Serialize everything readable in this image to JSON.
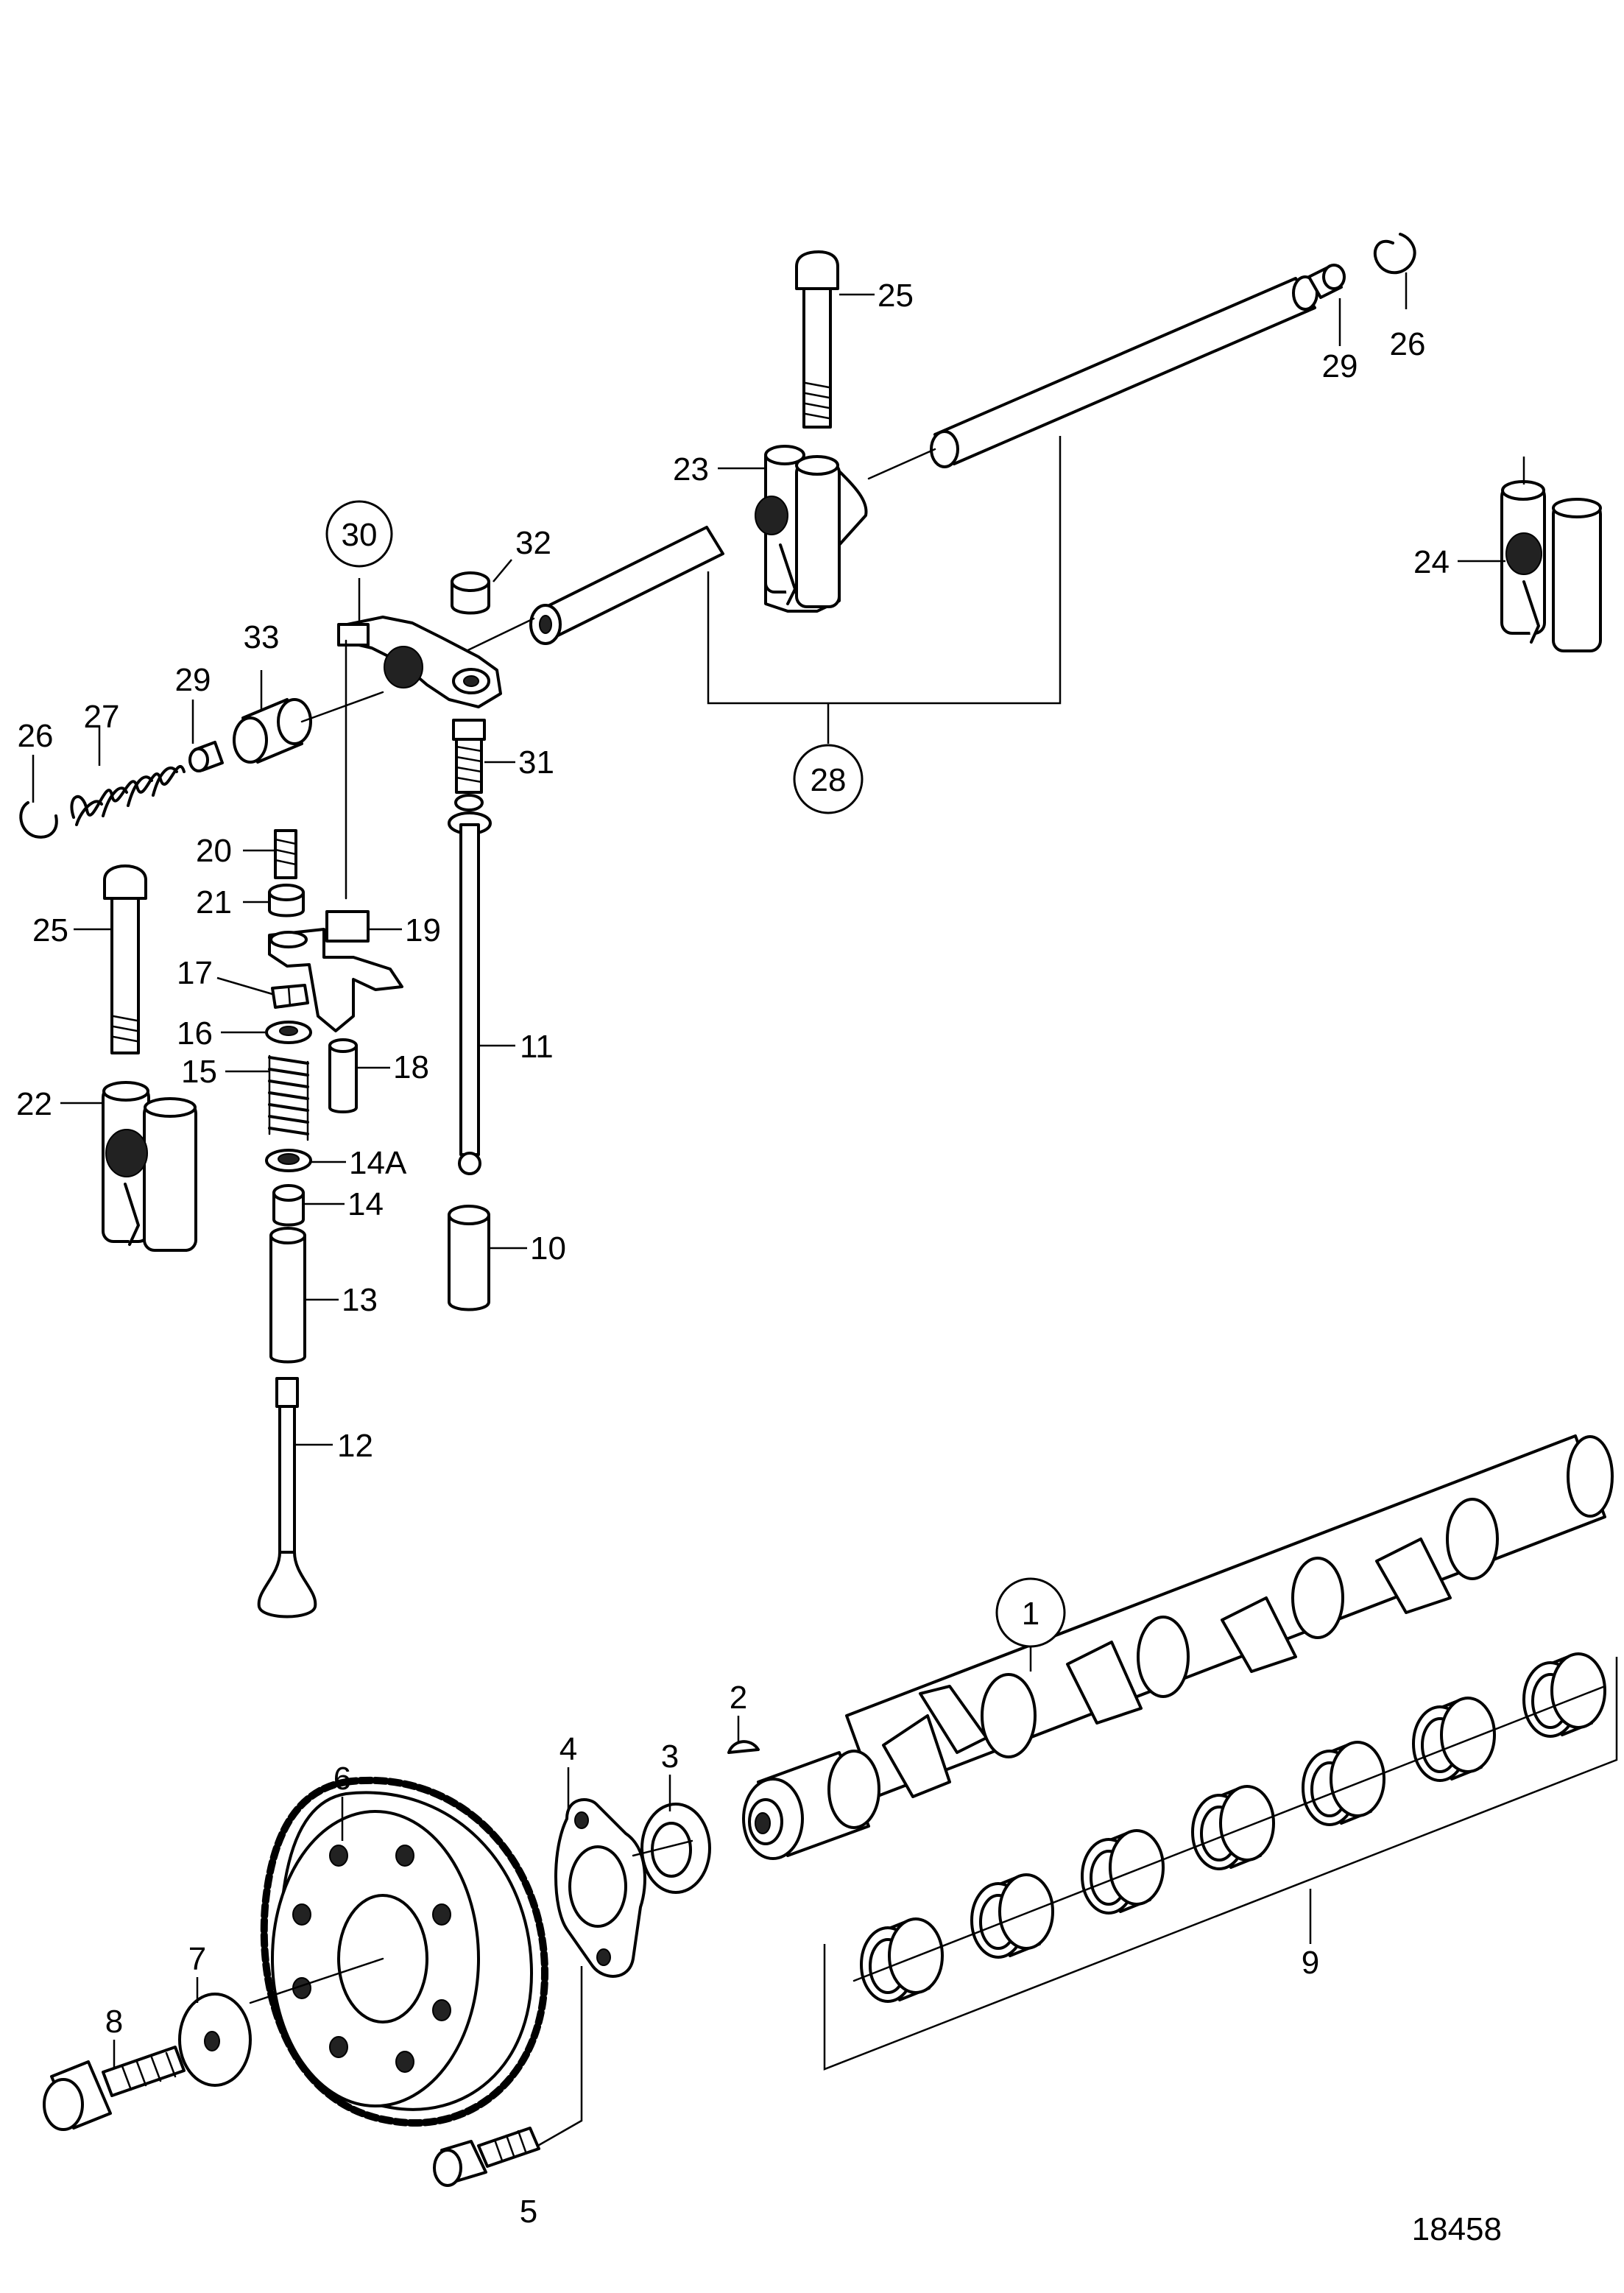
{
  "figure_number": "18458",
  "labels": {
    "l1": "1",
    "l2": "2",
    "l3": "3",
    "l4": "4",
    "l5": "5",
    "l6": "6",
    "l7": "7",
    "l8": "8",
    "l9": "9",
    "l10": "10",
    "l11": "11",
    "l12": "12",
    "l13": "13",
    "l14": "14",
    "l14a": "14A",
    "l15": "15",
    "l16": "16",
    "l17": "17",
    "l18": "18",
    "l19": "19",
    "l20": "20",
    "l21": "21",
    "l22": "22",
    "l23": "23",
    "l24": "24",
    "l25a": "25",
    "l25b": "25",
    "l26a": "26",
    "l26b": "26",
    "l27": "27",
    "l28": "28",
    "l29a": "29",
    "l29b": "29",
    "l30": "30",
    "l31": "31",
    "l32": "32",
    "l33": "33"
  }
}
